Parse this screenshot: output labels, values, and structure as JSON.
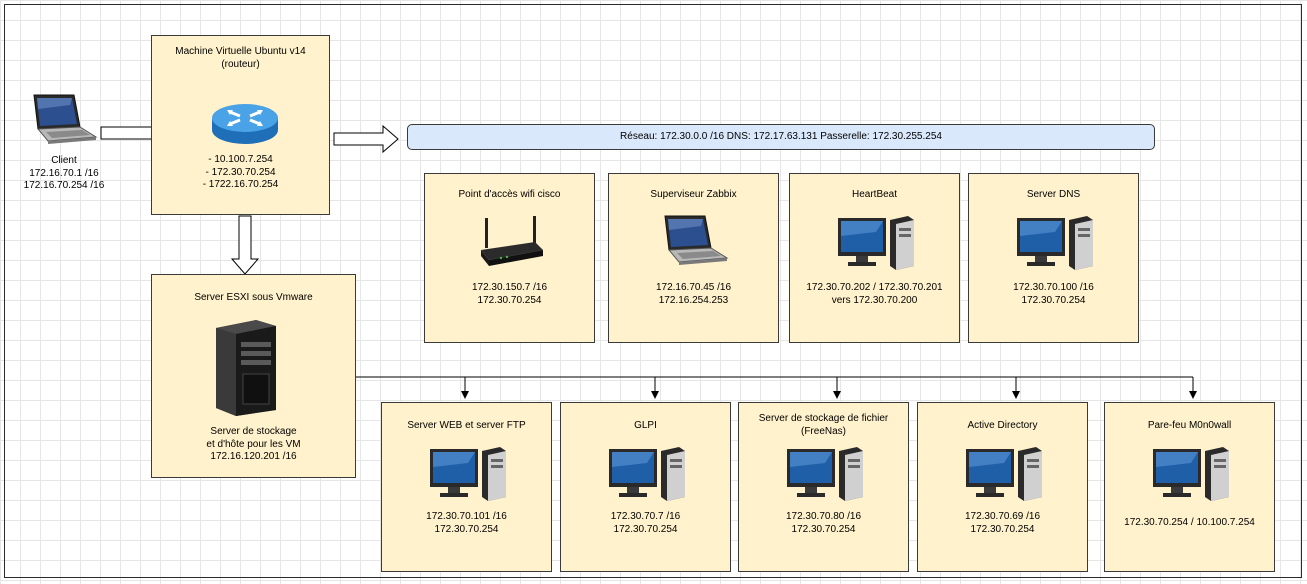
{
  "client": {
    "icon": "laptop-icon",
    "lines": [
      "Client",
      "172.16.70.1 /16",
      "172.16.70.254 /16"
    ]
  },
  "router": {
    "title_lines": [
      "Machine Virtuelle Ubuntu v14",
      "(routeur)"
    ],
    "icon": "router-icon",
    "ip_lines": [
      "- 10.100.7.254",
      "- 172.30.70.254",
      "- 1722.16.70.254"
    ]
  },
  "network_bar": {
    "label": "Réseau: 172.30.0.0 /16   DNS: 172.17.63.131  Passerelle: 172.30.255.254"
  },
  "esxi": {
    "title": "Server ESXI sous Vmware",
    "icon": "server-tower-icon",
    "desc_lines": [
      "Server de stockage",
      "et d'hôte pour les VM",
      "172.16.120.201 /16"
    ]
  },
  "top_row": [
    {
      "name": "Point d'accès wifi cisco",
      "icon": "wifi-router-icon",
      "ip_lines": [
        "172.30.150.7 /16",
        "172.30.70.254"
      ]
    },
    {
      "name": "Superviseur Zabbix",
      "icon": "laptop-icon",
      "ip_lines": [
        "172.16.70.45 /16",
        "172.16.254.253"
      ]
    },
    {
      "name": "HeartBeat",
      "icon": "desktop-computer-icon",
      "ip_lines": [
        "172.30.70.202 / 172.30.70.201",
        "vers 172.30.70.200"
      ]
    },
    {
      "name": "Server DNS",
      "icon": "desktop-computer-icon",
      "ip_lines": [
        "172.30.70.100 /16",
        "172.30.70.254"
      ]
    }
  ],
  "bottom_row": [
    {
      "name_lines": [
        "Server WEB et server FTP"
      ],
      "icon": "desktop-computer-icon",
      "ip_lines": [
        "172.30.70.101 /16",
        "172.30.70.254"
      ]
    },
    {
      "name_lines": [
        "GLPI"
      ],
      "icon": "desktop-computer-icon",
      "ip_lines": [
        "172.30.70.7 /16",
        "172.30.70.254"
      ]
    },
    {
      "name_lines": [
        "Server de stockage de fichier",
        "(FreeNas)"
      ],
      "icon": "desktop-computer-icon",
      "ip_lines": [
        "172.30.70.80 /16",
        "172.30.70.254"
      ]
    },
    {
      "name_lines": [
        "Active Directory"
      ],
      "icon": "desktop-computer-icon",
      "ip_lines": [
        "172.30.70.69 /16",
        "172.30.70.254"
      ]
    },
    {
      "name_lines": [
        "Pare-feu M0n0wall"
      ],
      "icon": "desktop-computer-icon",
      "ip_lines": [
        "172.30.70.254 / 10.100.7.254"
      ]
    }
  ],
  "colors": {
    "node_fill": "#fff2cc",
    "network_fill": "#dae8fc",
    "border": "#3a3a3a"
  }
}
